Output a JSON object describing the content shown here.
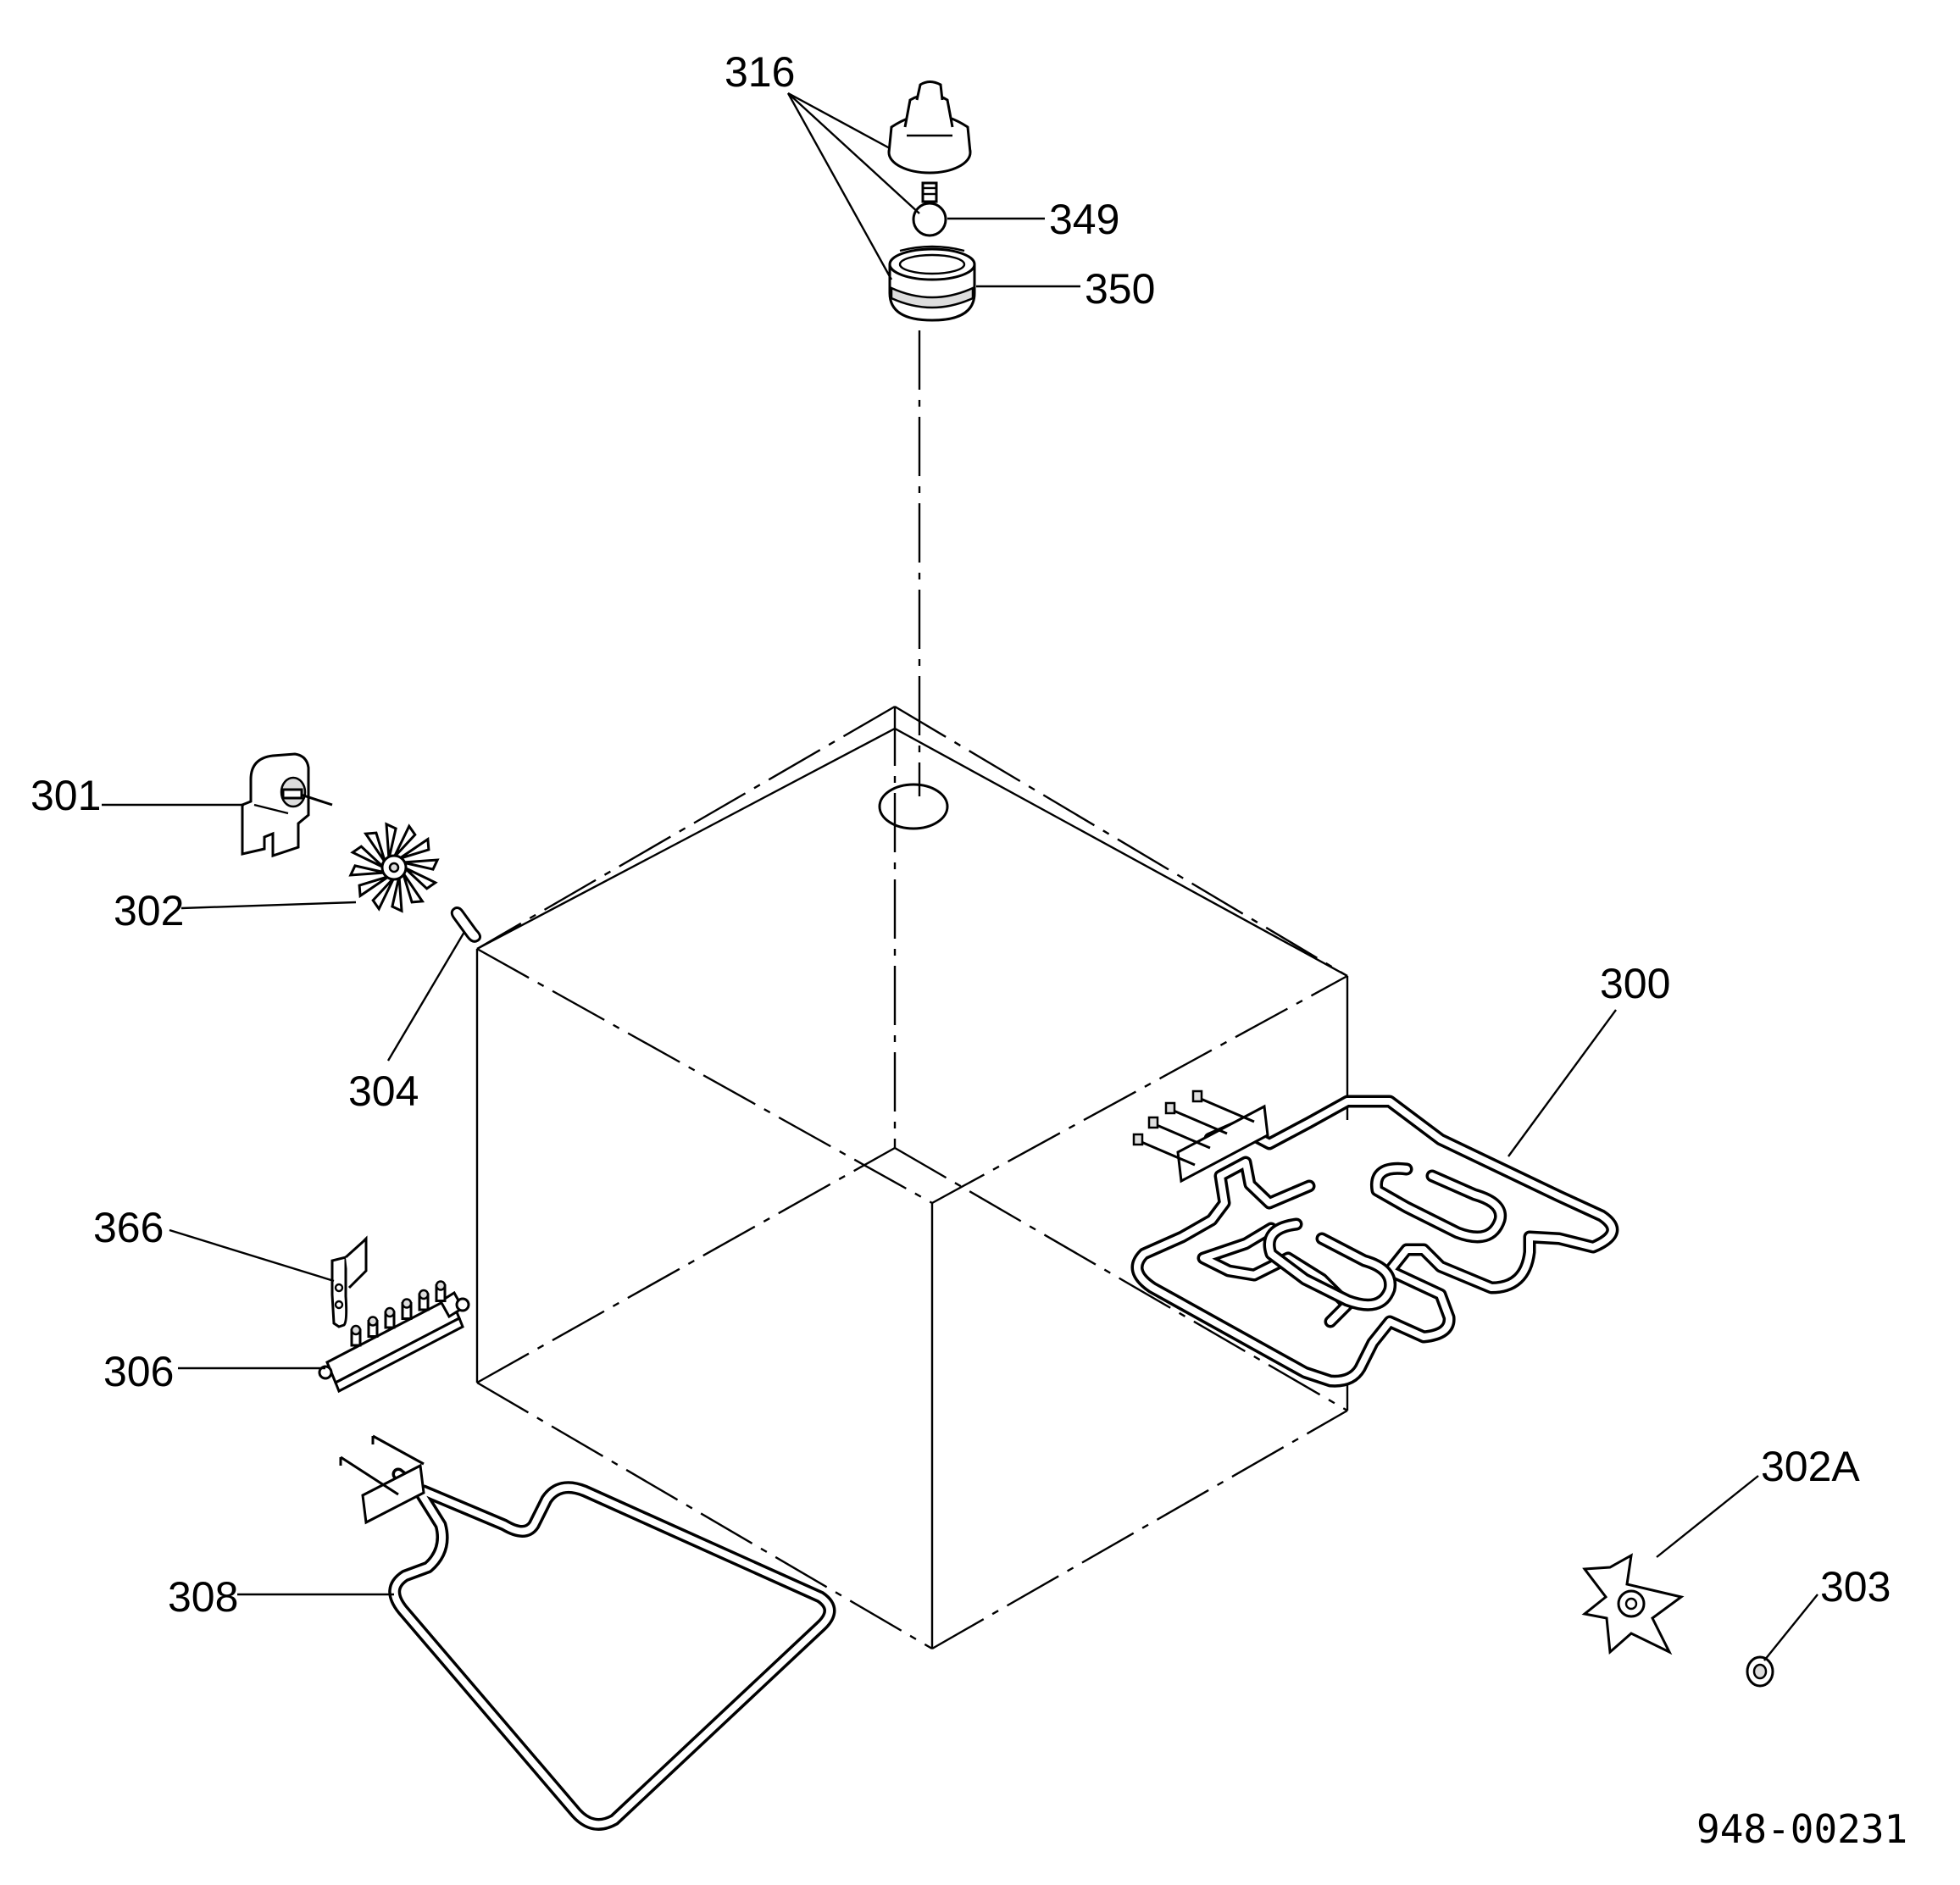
{
  "labels": {
    "p300": "300",
    "p301": "301",
    "p302": "302",
    "p302a": "302A",
    "p303": "303",
    "p304": "304",
    "p306": "306",
    "p308": "308",
    "p316": "316",
    "p349": "349",
    "p350": "350",
    "p366": "366"
  },
  "drawing_code": "948-00231"
}
